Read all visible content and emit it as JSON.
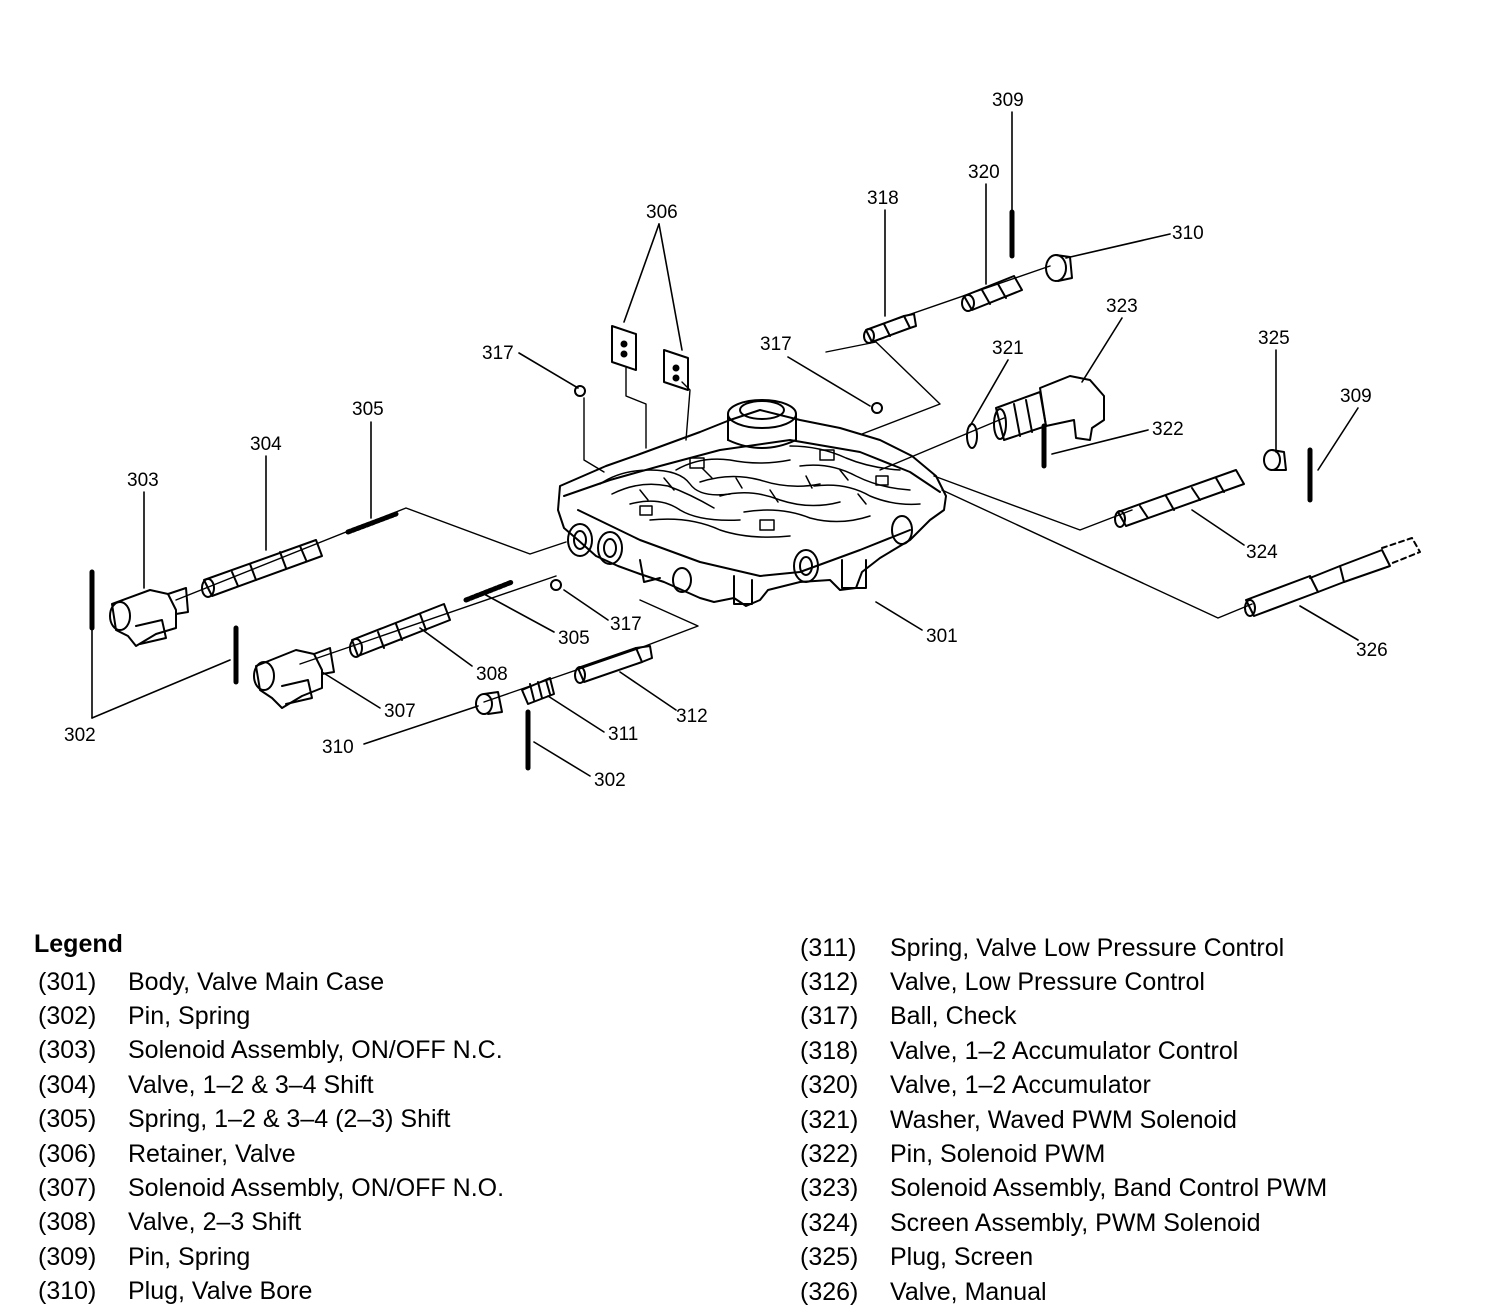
{
  "callouts": [
    {
      "id": "c309a",
      "text": "309"
    },
    {
      "id": "c320",
      "text": "320"
    },
    {
      "id": "c318",
      "text": "318"
    },
    {
      "id": "c306",
      "text": "306"
    },
    {
      "id": "c310a",
      "text": "310"
    },
    {
      "id": "c323",
      "text": "323"
    },
    {
      "id": "c317a",
      "text": "317"
    },
    {
      "id": "c317b",
      "text": "317"
    },
    {
      "id": "c321",
      "text": "321"
    },
    {
      "id": "c325",
      "text": "325"
    },
    {
      "id": "c305a",
      "text": "305"
    },
    {
      "id": "c309b",
      "text": "309"
    },
    {
      "id": "c304",
      "text": "304"
    },
    {
      "id": "c322",
      "text": "322"
    },
    {
      "id": "c303",
      "text": "303"
    },
    {
      "id": "c324",
      "text": "324"
    },
    {
      "id": "c317c",
      "text": "317"
    },
    {
      "id": "c305b",
      "text": "305"
    },
    {
      "id": "c301",
      "text": "301"
    },
    {
      "id": "c326",
      "text": "326"
    },
    {
      "id": "c308",
      "text": "308"
    },
    {
      "id": "c312",
      "text": "312"
    },
    {
      "id": "c307",
      "text": "307"
    },
    {
      "id": "c311",
      "text": "311"
    },
    {
      "id": "c302a",
      "text": "302"
    },
    {
      "id": "c310b",
      "text": "310"
    },
    {
      "id": "c302b",
      "text": "302"
    }
  ],
  "legend": {
    "title": "Legend",
    "left": [
      {
        "num": "(301)",
        "desc": "Body, Valve Main Case"
      },
      {
        "num": "(302)",
        "desc": "Pin, Spring"
      },
      {
        "num": "(303)",
        "desc": "Solenoid Assembly, ON/OFF N.C."
      },
      {
        "num": "(304)",
        "desc": "Valve, 1–2 & 3–4  Shift"
      },
      {
        "num": "(305)",
        "desc": "Spring, 1–2 & 3–4 (2–3) Shift"
      },
      {
        "num": "(306)",
        "desc": "Retainer, Valve"
      },
      {
        "num": "(307)",
        "desc": "Solenoid Assembly, ON/OFF N.O."
      },
      {
        "num": "(308)",
        "desc": "Valve, 2–3 Shift"
      },
      {
        "num": "(309)",
        "desc": "Pin, Spring"
      },
      {
        "num": "(310)",
        "desc": "Plug, Valve Bore"
      }
    ],
    "right": [
      {
        "num": "(311)",
        "desc": "Spring, Valve Low Pressure Control"
      },
      {
        "num": "(312)",
        "desc": "Valve, Low Pressure Control"
      },
      {
        "num": "(317)",
        "desc": "Ball, Check"
      },
      {
        "num": "(318)",
        "desc": "Valve, 1–2 Accumulator Control"
      },
      {
        "num": "(320)",
        "desc": "Valve, 1–2 Accumulator"
      },
      {
        "num": "(321)",
        "desc": "Washer, Waved PWM Solenoid"
      },
      {
        "num": "(322)",
        "desc": "Pin, Solenoid PWM"
      },
      {
        "num": "(323)",
        "desc": "Solenoid Assembly, Band Control PWM"
      },
      {
        "num": "(324)",
        "desc": "Screen Assembly, PWM Solenoid"
      },
      {
        "num": "(325)",
        "desc": "Plug, Screen"
      },
      {
        "num": "(326)",
        "desc": "Valve, Manual"
      }
    ]
  }
}
